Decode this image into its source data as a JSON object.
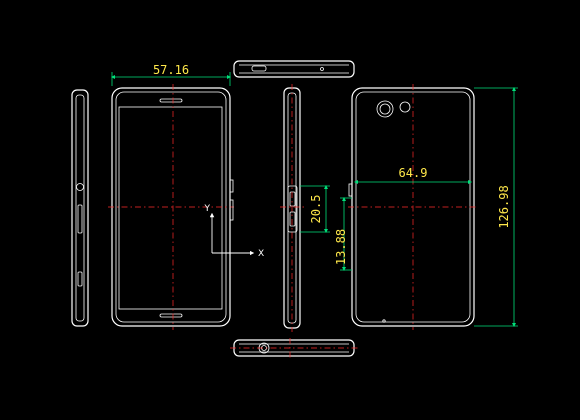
{
  "dimensions": {
    "front_width": "57.16",
    "back_width": "64.9",
    "side_offset": "20.5",
    "back_offset": "13.88",
    "back_height": "126.98"
  },
  "axes": {
    "y_label": "Y",
    "x_label": "X"
  },
  "colors": {
    "background": "#000000",
    "outline": "#ffffff",
    "centerline": "#ff2a2a",
    "dimension_line": "#00e07a",
    "dimension_text": "#ffe84a"
  }
}
